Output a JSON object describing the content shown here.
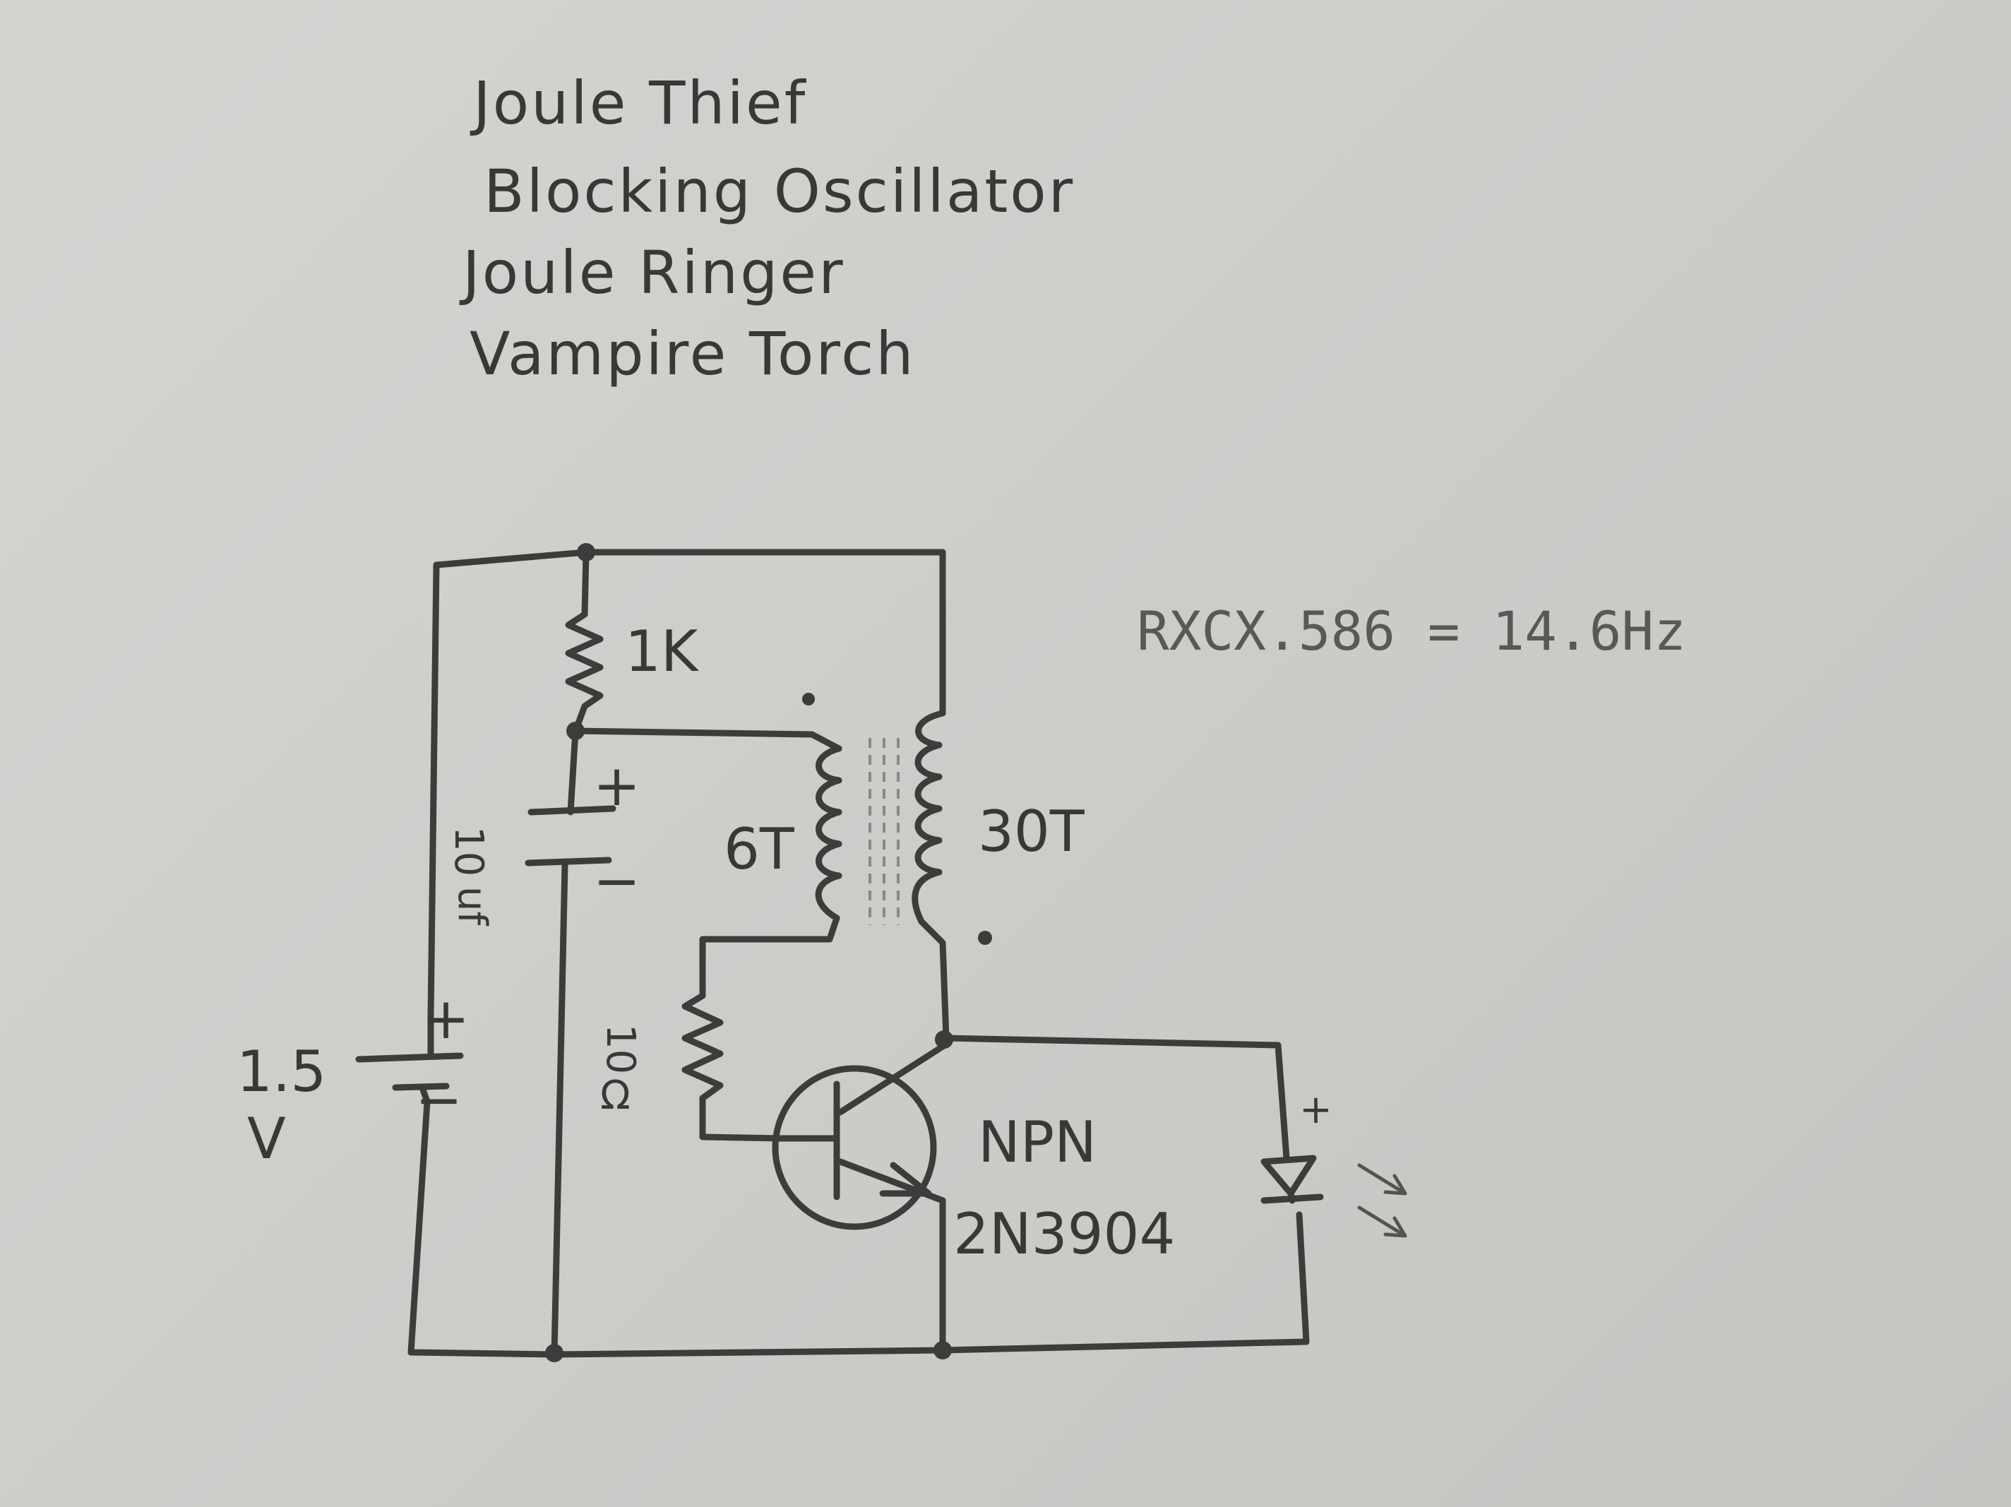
{
  "titles": [
    "Joule Thief",
    "Blocking Oscillator",
    "Joule Ringer",
    "Vampire Torch"
  ],
  "formula": "RXCX.586 = 14.6Hz",
  "components": {
    "resistor_top": "1K",
    "capacitor_value": "10",
    "capacitor_unit": "uf",
    "cap_plus": "+",
    "cap_minus": "−",
    "coil_primary": "6T",
    "coil_secondary": "30T",
    "resistor_base_value": "10",
    "resistor_base_unit": "Ω",
    "battery_voltage": "1.5",
    "battery_unit": "V",
    "battery_plus": "+",
    "battery_minus": "−",
    "transistor_type": "NPN",
    "transistor_part": "2N3904",
    "led_plus": "+"
  },
  "ghost_text": "LED"
}
